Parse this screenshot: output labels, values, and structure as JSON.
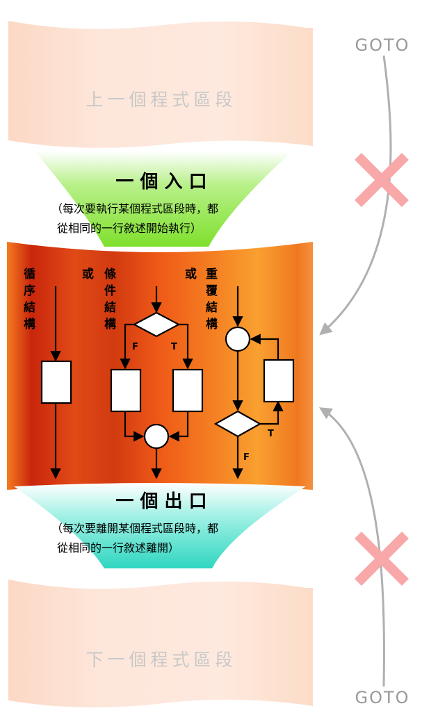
{
  "top_block": {
    "label": "上一個程式區段"
  },
  "bottom_block": {
    "label": "下一個程式區段"
  },
  "entry": {
    "title": "一 個 入 口",
    "note_line1": "（每次要執行某個程式區段時，都",
    "note_line2": "從相同的一行敘述開始執行）"
  },
  "exit": {
    "title": "一 個 出 口",
    "note_line1": "（每次要離開某個程式區段時，都",
    "note_line2": "從相同的一行敘述離開）"
  },
  "structures": {
    "sequence": [
      "循",
      "序",
      "結",
      "構"
    ],
    "or1": "或",
    "conditional": [
      "條",
      "件",
      "結",
      "構"
    ],
    "or2": "或",
    "repetition": [
      "重",
      "覆",
      "結",
      "構"
    ],
    "cond_false": "F",
    "cond_true": "T",
    "loop_true": "T",
    "loop_false": "F"
  },
  "goto_top": "GOTO",
  "goto_bottom": "GOTO",
  "colors": {
    "faded_block": "#fde4d6",
    "main_dark": "#c8260c",
    "main_light": "#f7901e",
    "entry_green": "#8fe43a",
    "exit_teal": "#3ad6c4",
    "cross": "#f8a8a8",
    "goto_text": "#999999",
    "arrow_gray": "#b0b0b0"
  }
}
